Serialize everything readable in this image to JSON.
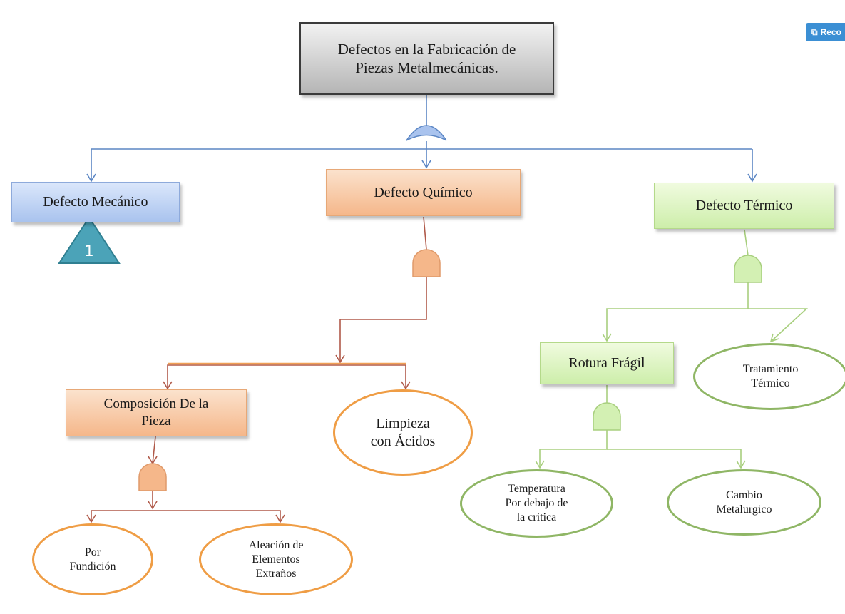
{
  "diagram": {
    "root": "Defectos en la Fabricación de\nPiezas Metalmecánicas.",
    "mecanico": "Defecto Mecánico",
    "mecanico_transfer": "1",
    "quimico": "Defecto Químico",
    "termico": "Defecto Térmico",
    "composicion": "Composición De la\nPieza",
    "limpieza": "Limpieza\ncon Ácidos",
    "fundicion": "Por\nFundición",
    "aleacion": "Aleación de\nElementos\nExtraños",
    "rotura": "Rotura Frágil",
    "tratamiento": "Tratamiento\nTérmico",
    "temperatura": "Temperatura\nPor debajo de\nla critica",
    "cambio": "Cambio\nMetalurgico"
  },
  "recco_button": {
    "label": "Reco",
    "icon": "bookmark-icon"
  },
  "colors": {
    "mechanical": "#a9c3ee",
    "chemical": "#f5b78a",
    "thermal": "#cdeeaa",
    "root": "#b5b5b5",
    "button": "#3b8fd4"
  }
}
